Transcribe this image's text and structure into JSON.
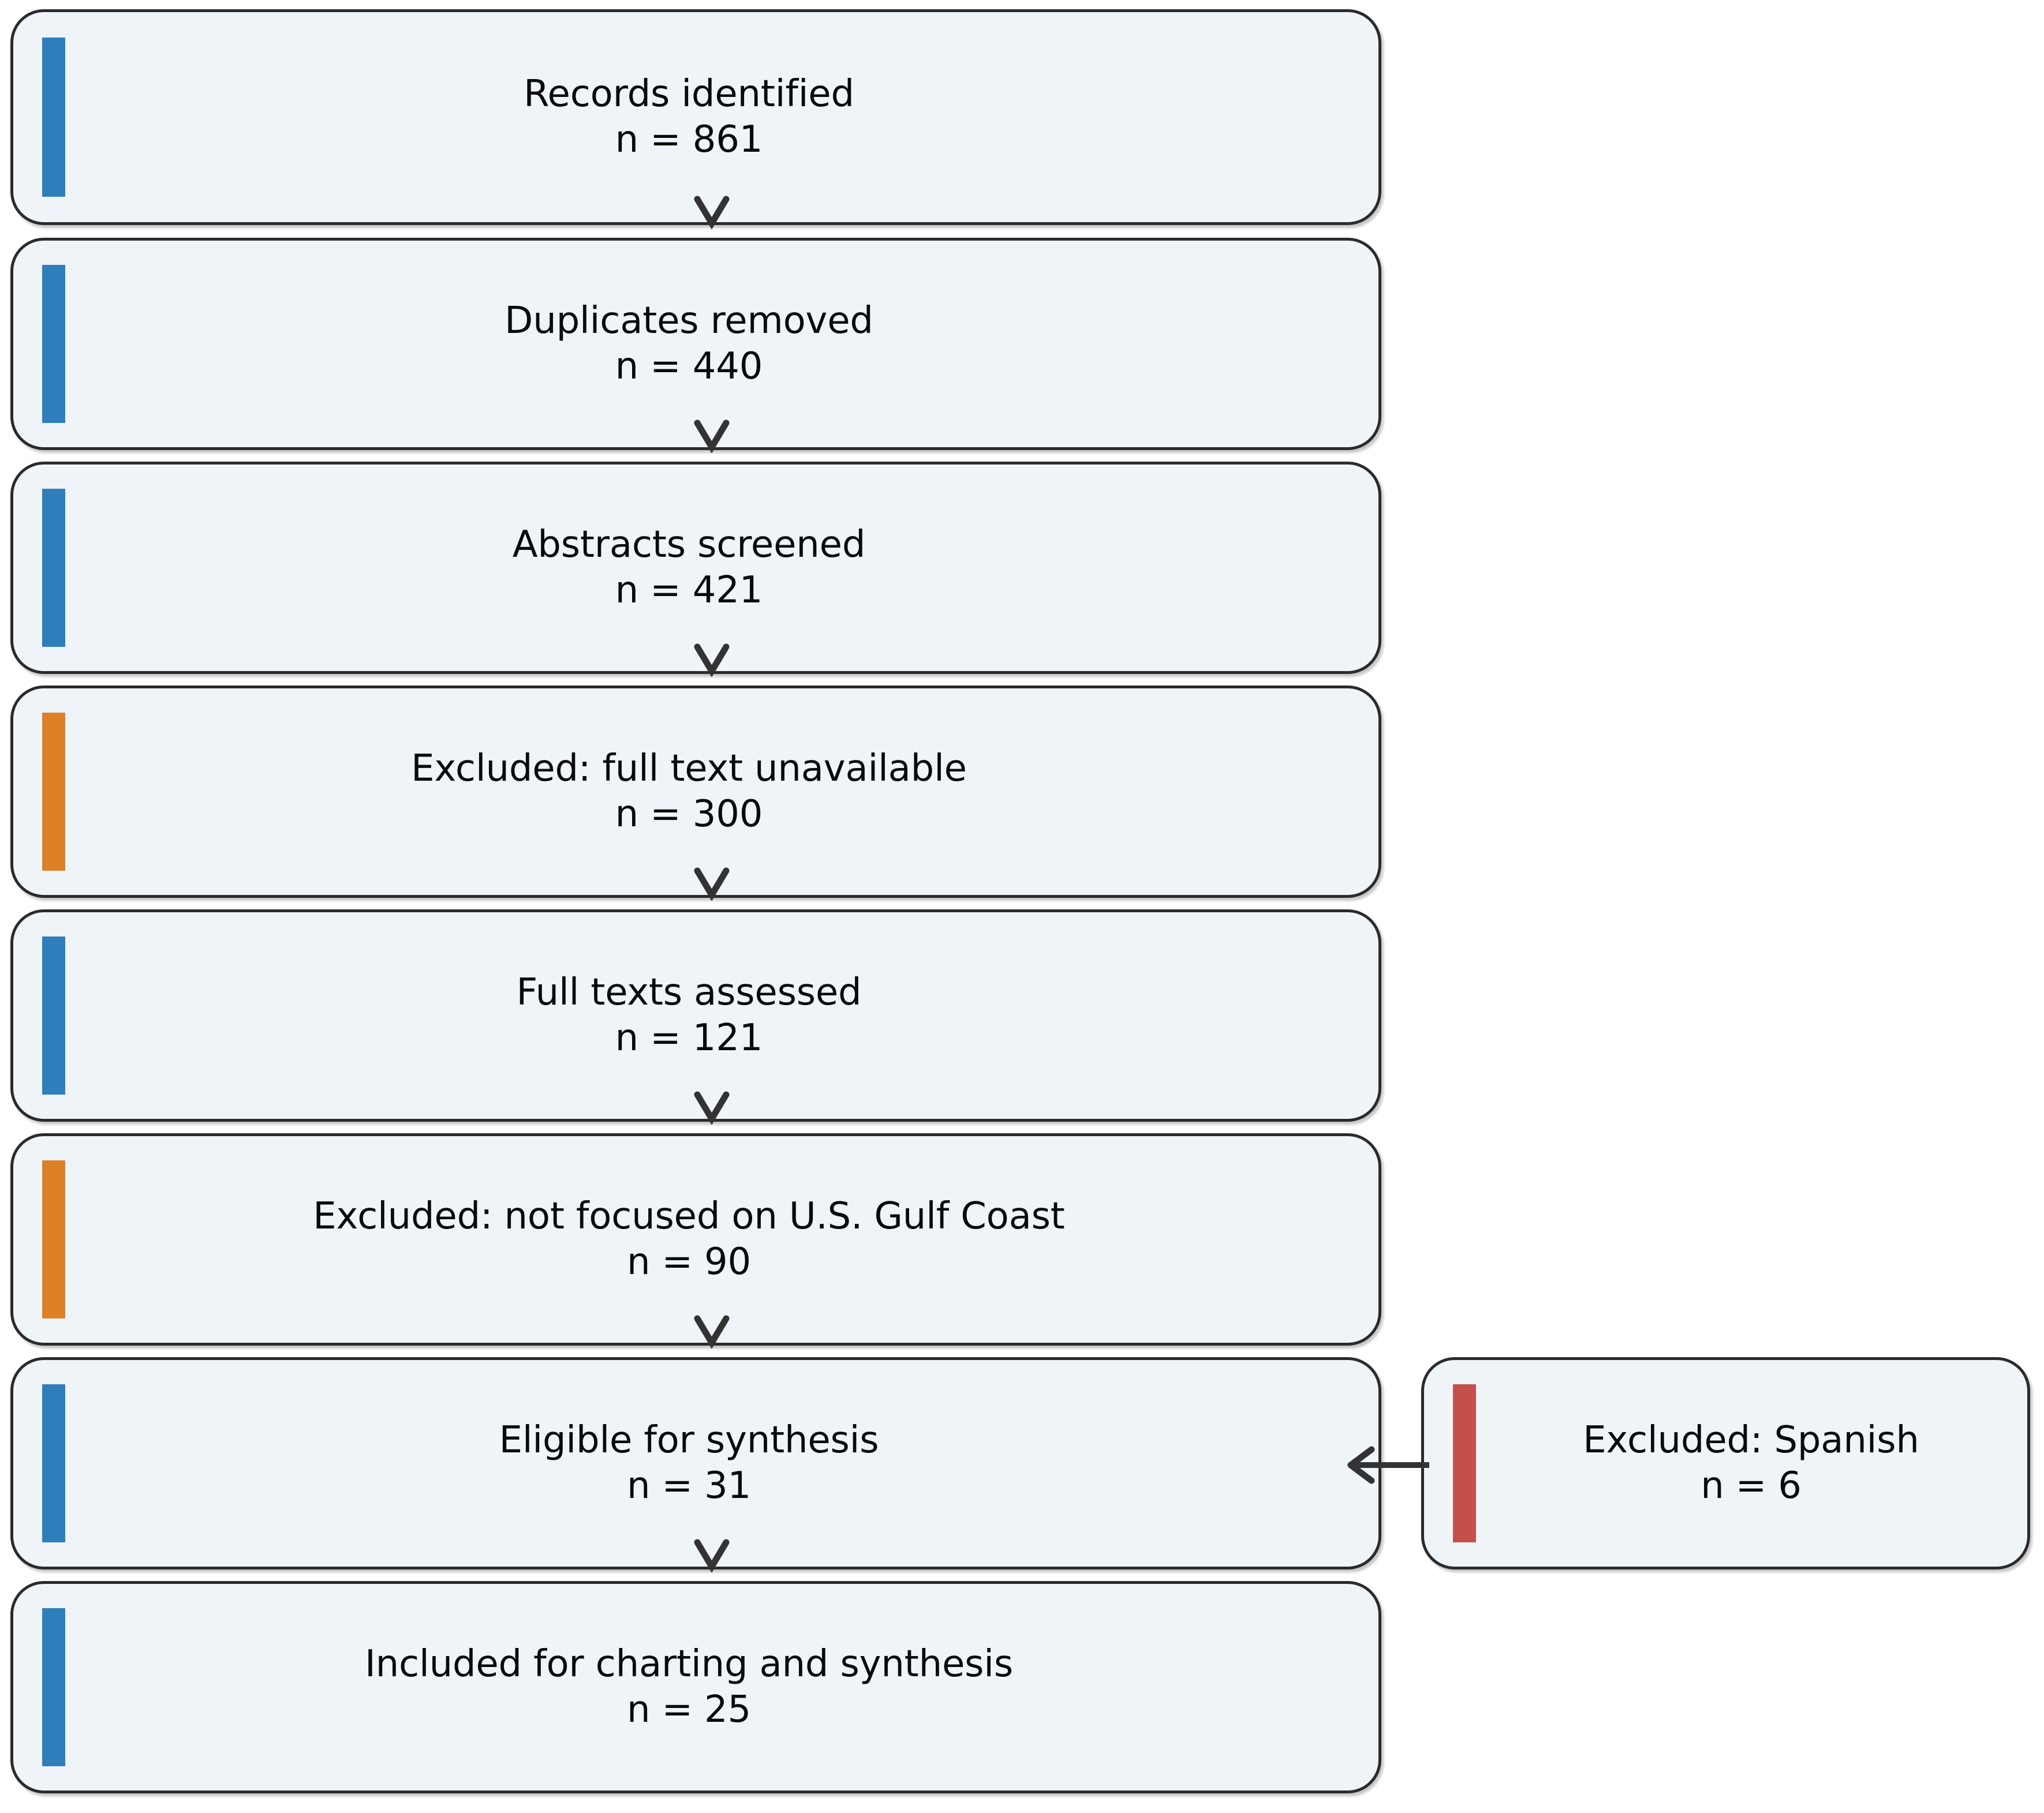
{
  "diagram": {
    "type": "prisma-flow-diagram",
    "orientation": "vertical",
    "colors": {
      "background": "#ffffff",
      "box_fill": "#eff4f9",
      "box_border": "#2b2b2b",
      "accent_include": "#2e7ebb",
      "accent_exclude": "#dd8026",
      "accent_exclude_language": "#c4504c",
      "text": "#0a0a0a",
      "arrow": "#333333"
    },
    "nodes": [
      {
        "id": "records-identified",
        "label": "Records identified",
        "count_label": "n = 861",
        "n": 861,
        "accent": "blue",
        "column": "main"
      },
      {
        "id": "duplicates-removed",
        "label": "Duplicates removed",
        "count_label": "n = 440",
        "n": 440,
        "accent": "blue",
        "column": "main"
      },
      {
        "id": "abstracts-screened",
        "label": "Abstracts screened",
        "count_label": "n = 421",
        "n": 421,
        "accent": "blue",
        "column": "main"
      },
      {
        "id": "excluded-full-text-unavailable",
        "label": "Excluded: full text unavailable",
        "count_label": "n = 300",
        "n": 300,
        "accent": "orange",
        "column": "main"
      },
      {
        "id": "full-texts-assessed",
        "label": "Full texts assessed",
        "count_label": "n = 121",
        "n": 121,
        "accent": "blue",
        "column": "main"
      },
      {
        "id": "excluded-not-gulf-coast",
        "label": "Excluded: not focused on U.S. Gulf Coast",
        "count_label": "n = 90",
        "n": 90,
        "accent": "orange",
        "column": "main"
      },
      {
        "id": "eligible-for-synthesis",
        "label": "Eligible for synthesis",
        "count_label": "n = 31",
        "n": 31,
        "accent": "blue",
        "column": "main"
      },
      {
        "id": "included-for-charting",
        "label": "Included for charting and synthesis",
        "count_label": "n = 25",
        "n": 25,
        "accent": "blue",
        "column": "main"
      },
      {
        "id": "excluded-spanish",
        "label": "Excluded: Spanish",
        "count_label": "n = 6",
        "n": 6,
        "accent": "red",
        "column": "side"
      }
    ],
    "edges": [
      {
        "id": "e1",
        "from": "records-identified",
        "to": "duplicates-removed",
        "direction": "down",
        "marker": "chevron"
      },
      {
        "id": "e2",
        "from": "duplicates-removed",
        "to": "abstracts-screened",
        "direction": "down",
        "marker": "chevron"
      },
      {
        "id": "e3",
        "from": "abstracts-screened",
        "to": "excluded-full-text-unavailable",
        "direction": "down",
        "marker": "chevron"
      },
      {
        "id": "e4",
        "from": "excluded-full-text-unavailable",
        "to": "full-texts-assessed",
        "direction": "down",
        "marker": "chevron"
      },
      {
        "id": "e5",
        "from": "full-texts-assessed",
        "to": "excluded-not-gulf-coast",
        "direction": "down",
        "marker": "chevron"
      },
      {
        "id": "e6",
        "from": "excluded-not-gulf-coast",
        "to": "eligible-for-synthesis",
        "direction": "down",
        "marker": "chevron"
      },
      {
        "id": "e7",
        "from": "eligible-for-synthesis",
        "to": "included-for-charting",
        "direction": "down",
        "marker": "chevron"
      },
      {
        "id": "e8",
        "from": "excluded-spanish",
        "to": "eligible-for-synthesis",
        "direction": "left",
        "marker": "arrowhead"
      }
    ]
  }
}
